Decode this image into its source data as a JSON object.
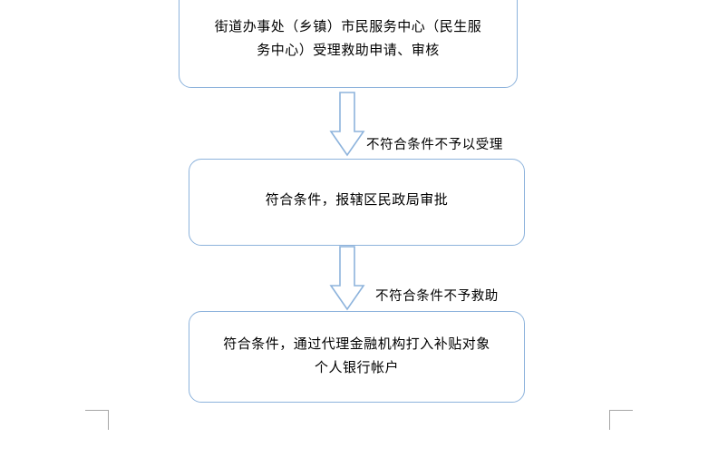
{
  "diagram": {
    "type": "flowchart",
    "orientation": "vertical",
    "theme": {
      "node_border_color": "#8DB3DC",
      "node_fill_color": "#FFFFFF",
      "arrow_outline_color": "#8DB3DC",
      "arrow_fill_color": "#FFFFFF",
      "text_color": "#000000",
      "corner_mark_color": "#A6A6A6"
    },
    "nodes": [
      {
        "id": "node-1",
        "name": "intake-review-node",
        "text": "街道办事处（乡镇）市民服务中心（民生服\n务中心）受理救助申请、审核"
      },
      {
        "id": "node-2",
        "name": "district-approval-node",
        "text": "符合条件，报辖区民政局审批"
      },
      {
        "id": "node-3",
        "name": "disbursement-node",
        "text": "符合条件，通过代理金融机构打入补贴对象\n个人银行帐户"
      }
    ],
    "arrows": [
      {
        "id": "arrow-1",
        "name": "flow-arrow-down-1",
        "from": "node-1",
        "to": "node-2",
        "direction": "down"
      },
      {
        "id": "arrow-2",
        "name": "flow-arrow-down-2",
        "from": "node-2",
        "to": "node-3",
        "direction": "down"
      }
    ],
    "edge_labels": [
      {
        "id": "edge-label-1",
        "name": "rejection-label-intake",
        "text": "不符合条件不予以受理"
      },
      {
        "id": "edge-label-2",
        "name": "rejection-label-approval",
        "text": "不符合条件不予救助"
      }
    ],
    "corner_marks": [
      {
        "id": "corner-left",
        "name": "crop-mark-bottom-left"
      },
      {
        "id": "corner-right",
        "name": "crop-mark-bottom-right"
      }
    ]
  }
}
